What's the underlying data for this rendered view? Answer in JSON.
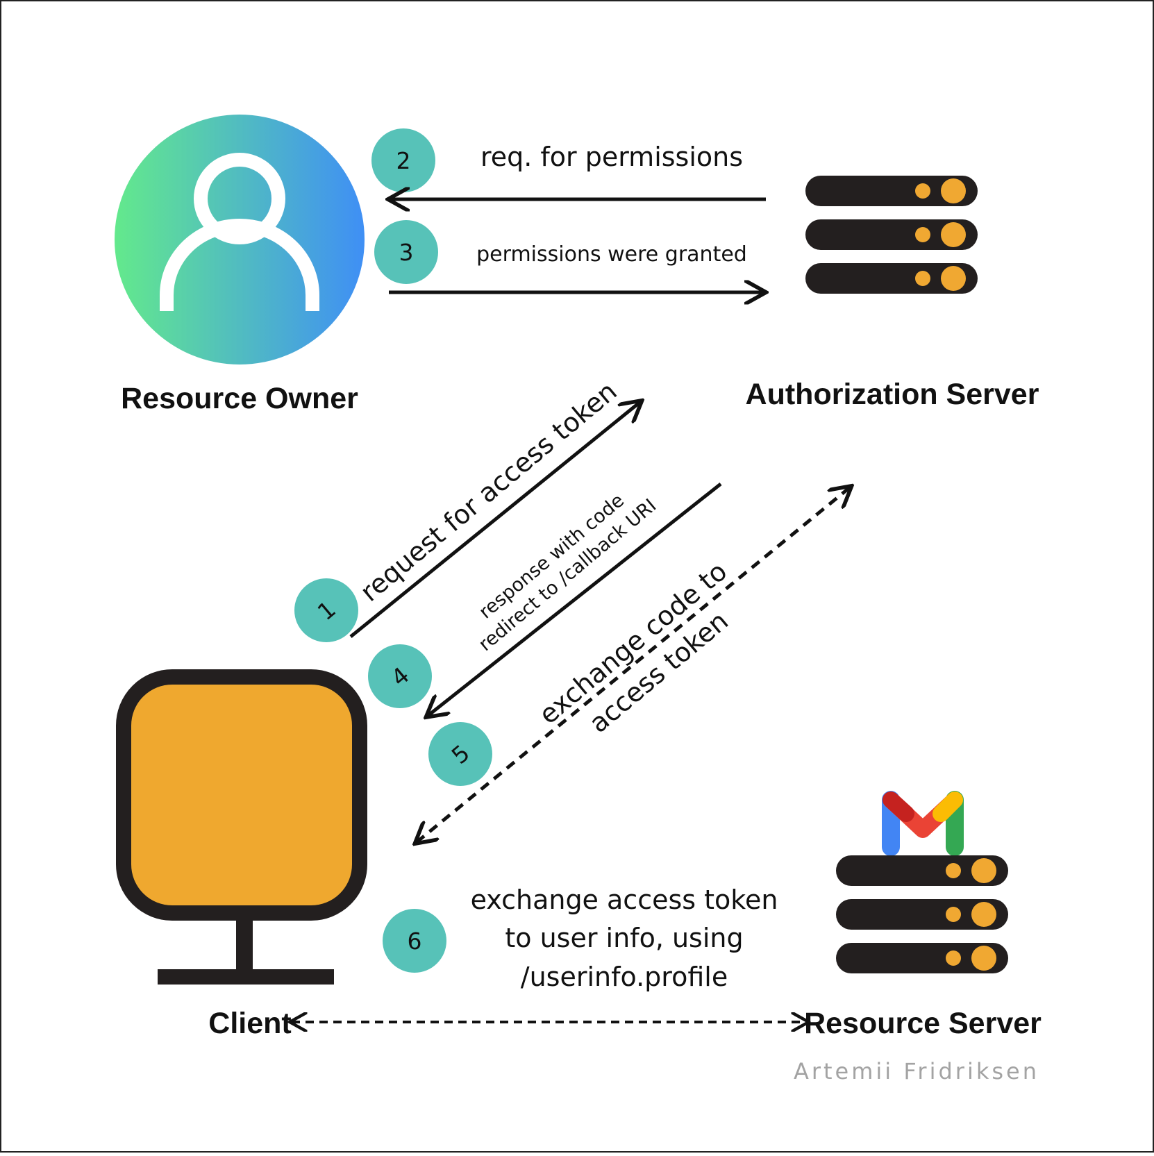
{
  "nodes": {
    "resource_owner": "Resource Owner",
    "authorization_server": "Authorization Server",
    "client": "Client",
    "resource_server": "Resource Server"
  },
  "steps": [
    {
      "number": "1",
      "label": "request for access token"
    },
    {
      "number": "2",
      "label": "req. for permissions"
    },
    {
      "number": "3",
      "label": "permissions were granted"
    },
    {
      "number": "4",
      "label_line1": "response with code",
      "label_line2": "redirect to /callback URI"
    },
    {
      "number": "5",
      "label_line1": "exchange code to",
      "label_line2": "access token"
    },
    {
      "number": "6",
      "label_line1": "exchange access token",
      "label_line2": "to user info, using",
      "label_line3": "/userinfo.profile"
    }
  ],
  "credit": "Artemii Fridriksen",
  "icons": {
    "resource_owner": "user-avatar-icon",
    "authorization_server": "server-rack-icon",
    "resource_server": "gmail-server-icon",
    "client": "monitor-icon"
  },
  "colors": {
    "badge": "#57c2b8",
    "server": "#231f1f",
    "server_light": "#f0a832",
    "monitor": "#efa82f",
    "avatar_start": "#63e98c",
    "avatar_end": "#3f8ff5",
    "gmail_red": "#ea4335",
    "gmail_blue": "#4285f4",
    "gmail_green": "#34a853",
    "gmail_yellow": "#fbbc04"
  }
}
